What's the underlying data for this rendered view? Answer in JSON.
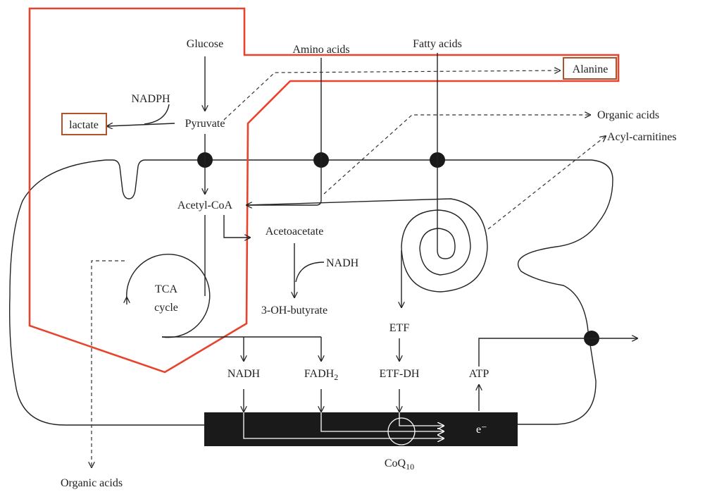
{
  "labels": {
    "glucose": "Glucose",
    "amino_acids": "Amino acids",
    "fatty_acids": "Fatty acids",
    "alanine": "Alanine",
    "nadph": "NADPH",
    "lactate": "lactate",
    "pyruvate": "Pyruvate",
    "organic_acids_top": "Organic acids",
    "acyl_carnitines": "Acyl-carnitines",
    "acetyl_coa": "Acetyl-CoA",
    "acetoacetate": "Acetoacetate",
    "nadh_ketone": "NADH",
    "tca_line1": "TCA",
    "tca_line2": "cycle",
    "oh_butyrate": "3-OH-butyrate",
    "etf": "ETF",
    "nadh": "NADH",
    "fadh2_base": "FADH",
    "fadh2_sub": "2",
    "etf_dh": "ETF-DH",
    "atp": "ATP",
    "electron": "e⁻",
    "coq10_base": "CoQ",
    "coq10_sub": "10",
    "organic_acids_bottom": "Organic acids"
  },
  "colors": {
    "highlight_outline": "#e8432c",
    "label_box": "#b0522a",
    "line": "#222222",
    "electron_chain_bar": "#1a1a1a"
  }
}
